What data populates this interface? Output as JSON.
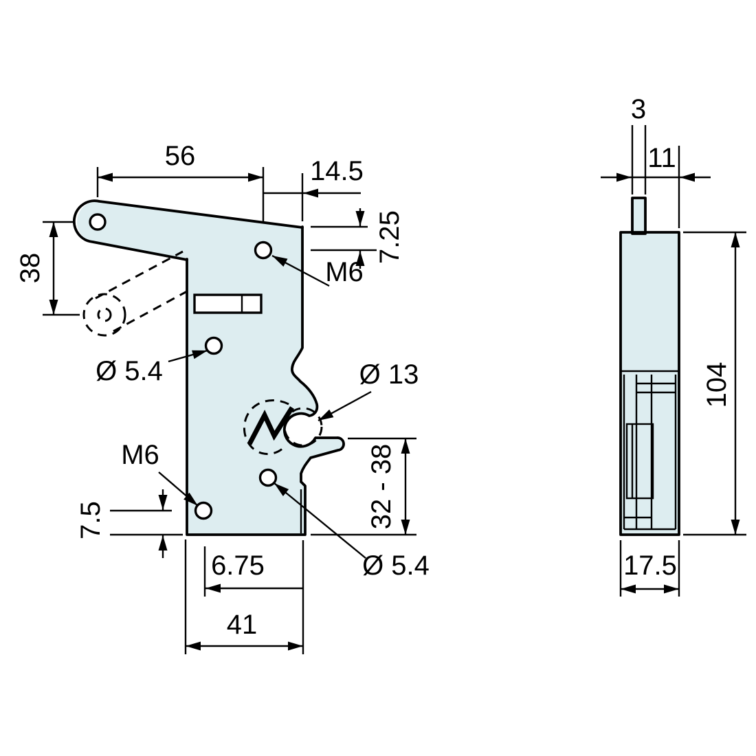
{
  "colors": {
    "part_fill": "#ddedf0",
    "line_color": "#000000",
    "background": "#ffffff"
  },
  "front_view": {
    "dim_width_top": "56",
    "dim_edge_offset": "14.5",
    "dim_top_hole_offset": "7.25",
    "label_thread_top": "M6",
    "dim_lever_travel": "38",
    "label_hole_mid": "Ø 5.4",
    "label_striker_dia": "Ø 13",
    "label_thread_bottom": "M6",
    "dim_bottom_offset": "7.5",
    "dim_striker_range": "32 - 38",
    "dim_hole_offset_bottom": "6.75",
    "label_hole_bottom": "Ø 5.4",
    "dim_width_bottom": "41"
  },
  "side_view": {
    "dim_pin_thickness": "3",
    "dim_pin_offset": "11",
    "dim_height": "104",
    "dim_depth": "17.5"
  }
}
